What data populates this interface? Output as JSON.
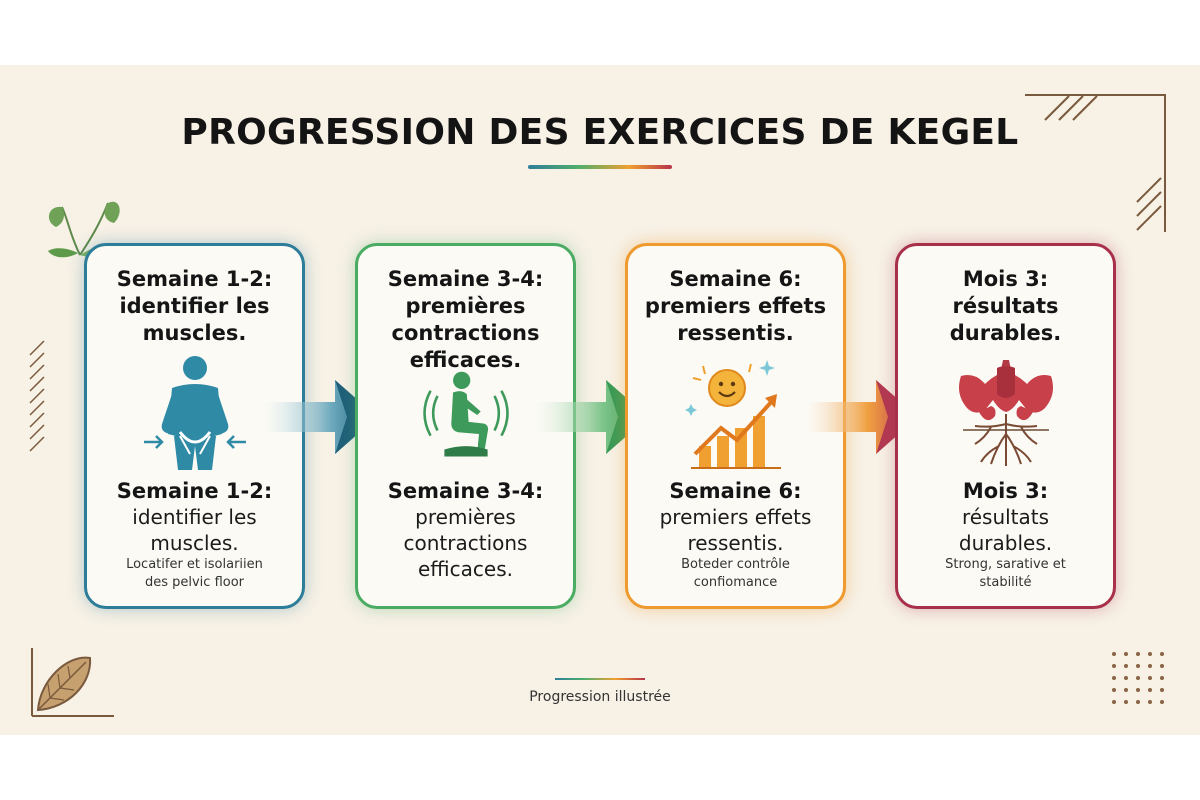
{
  "title": "PROGRESSION DES EXERCICES DE KEGEL",
  "footer": "Progression illustrée",
  "stages": [
    {
      "heading": [
        "Semaine 1-2:",
        "identifier les",
        "muscles."
      ],
      "sub_title": "Semaine 1-2:",
      "sub_text": [
        "identifier les",
        "muscles."
      ],
      "desc": [
        "Locatifer et isolariien",
        "des pelvic floor"
      ],
      "icon": "pelvic-person-icon",
      "color": "#2d7c99"
    },
    {
      "heading": [
        "Semaine 3-4:",
        "premières",
        "contractions",
        "efficaces."
      ],
      "sub_title": "Semaine 3-4:",
      "sub_text": [
        "premières",
        "contractions",
        "efficaces."
      ],
      "desc": [],
      "icon": "seated-contraction-icon",
      "color": "#4aab63"
    },
    {
      "heading": [
        "Semaine 6:",
        "premiers effets",
        "ressentis."
      ],
      "sub_title": "Semaine 6:",
      "sub_text": [
        "premiers effets",
        "ressentis."
      ],
      "desc": [
        "Boteder contrôle",
        "confiomance"
      ],
      "icon": "smiley-growth-chart-icon",
      "color": "#ee9a2e"
    },
    {
      "heading": [
        "Mois 3:",
        "résultats",
        "durables."
      ],
      "sub_title": "Mois 3:",
      "sub_text": [
        "résultats",
        "durables."
      ],
      "desc": [
        "Strong, sarative et",
        "stabilité"
      ],
      "icon": "pelvis-roots-icon",
      "color": "#a8304a"
    }
  ]
}
